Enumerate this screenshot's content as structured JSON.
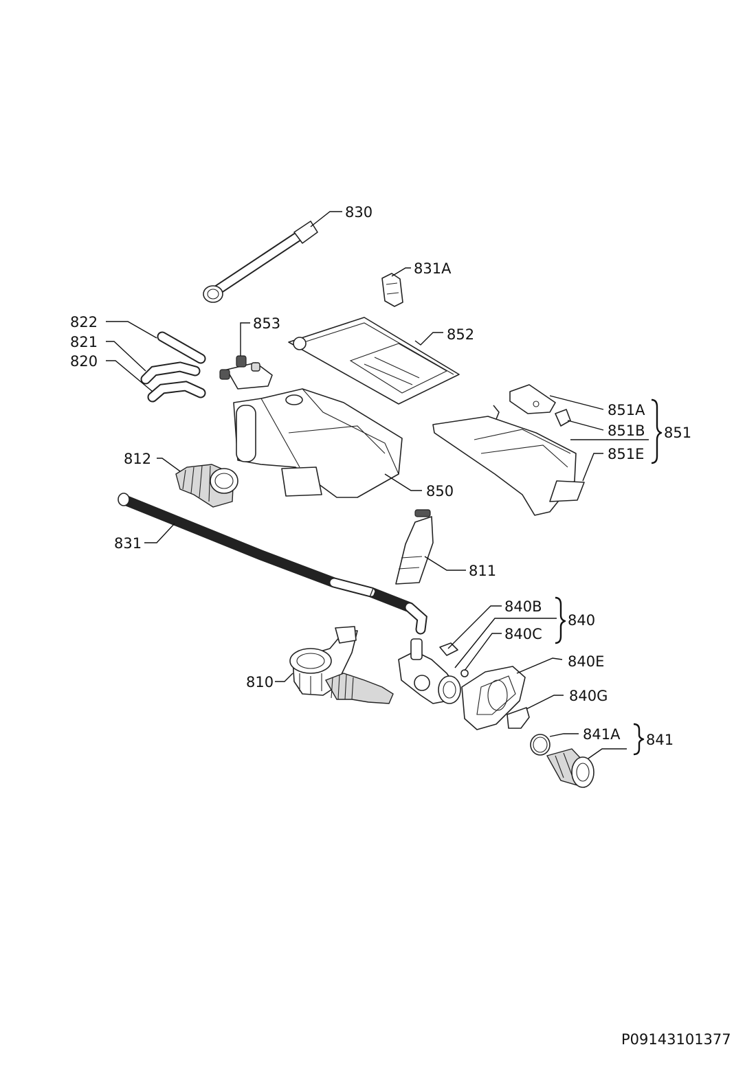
{
  "diagram_code": "P09143101377",
  "labels": {
    "p830": "830",
    "p831A": "831A",
    "p822": "822",
    "p821": "821",
    "p820": "820",
    "p853": "853",
    "p852": "852",
    "p851A": "851A",
    "p851B": "851B",
    "p851E": "851E",
    "p851": "851",
    "p812": "812",
    "p850": "850",
    "p831": "831",
    "p811": "811",
    "p840B": "840B",
    "p840C": "840C",
    "p840": "840",
    "p840E": "840E",
    "p810": "810",
    "p840G": "840G",
    "p841A": "841A",
    "p841": "841"
  }
}
